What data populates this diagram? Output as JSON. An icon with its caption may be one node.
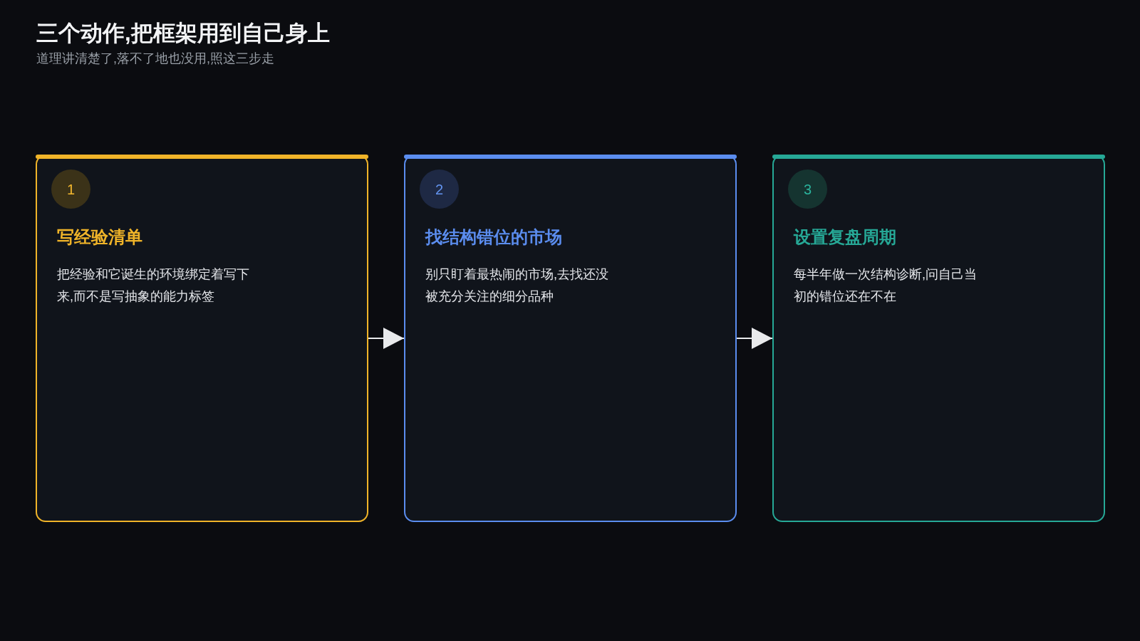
{
  "diagram": {
    "title": "三个动作,把框架用到自己身上",
    "nodes": [
      {
        "text": [
          "写经验清单",
          "把经验和它诞生的环境绑定着写下来,而不是写抽象的能力标签"
        ]
      },
      {
        "text": [
          "1"
        ],
        "in": 0
      },
      {
        "text": [
          "找结构错位的市场",
          "别只盯着最热闹的市场,去找还没被充分关注的细分品种"
        ]
      },
      {
        "text": [
          "2"
        ],
        "in": 2
      },
      {
        "text": [
          "设置复盘周期",
          "每半年做一次结构诊断,问自己当初的错位还在不在"
        ]
      },
      {
        "text": [
          "3"
        ],
        "in": 4
      }
    ],
    "edges": [
      {
        "from": 0,
        "to": 2,
        "arrow": "to"
      },
      {
        "from": 2,
        "to": 4,
        "arrow": "to"
      }
    ],
    "labels": [
      "道理讲清楚了,落不了地也没用,照这三步走"
    ]
  }
}
